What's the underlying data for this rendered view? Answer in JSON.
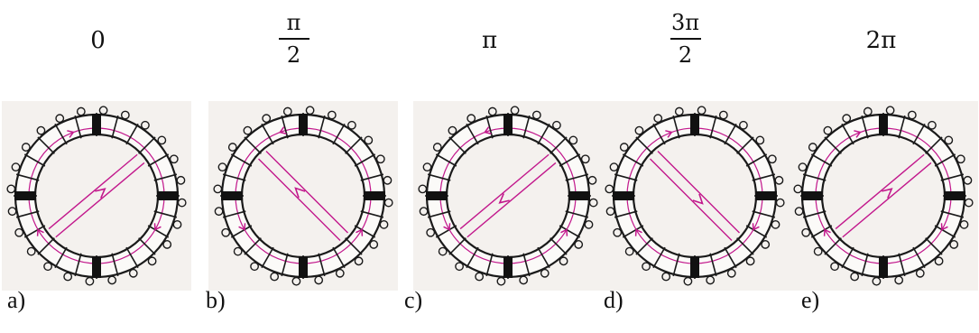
{
  "panels": [
    {
      "label": "a)",
      "angle": {
        "type": "simple",
        "text": "0"
      },
      "rotation": -40,
      "arrows": "ccw"
    },
    {
      "label": "b)",
      "angle": {
        "type": "fraction",
        "num": "π",
        "den": "2"
      },
      "rotation": 45,
      "arrows": "cw"
    },
    {
      "label": "c)",
      "angle": {
        "type": "simple",
        "text": "π"
      },
      "rotation": -40,
      "arrows": "cw"
    },
    {
      "label": "d)",
      "angle": {
        "type": "fraction",
        "num": "3π",
        "den": "2"
      },
      "rotation": 45,
      "arrows": "ccw"
    },
    {
      "label": "e)",
      "angle": {
        "type": "simple",
        "text": "2π"
      },
      "rotation": -40,
      "arrows": "ccw"
    }
  ],
  "colors": {
    "coil": "#1a1a1a",
    "field": "#c2188c",
    "pole": "#111111",
    "paper": "#f4f1ee"
  }
}
